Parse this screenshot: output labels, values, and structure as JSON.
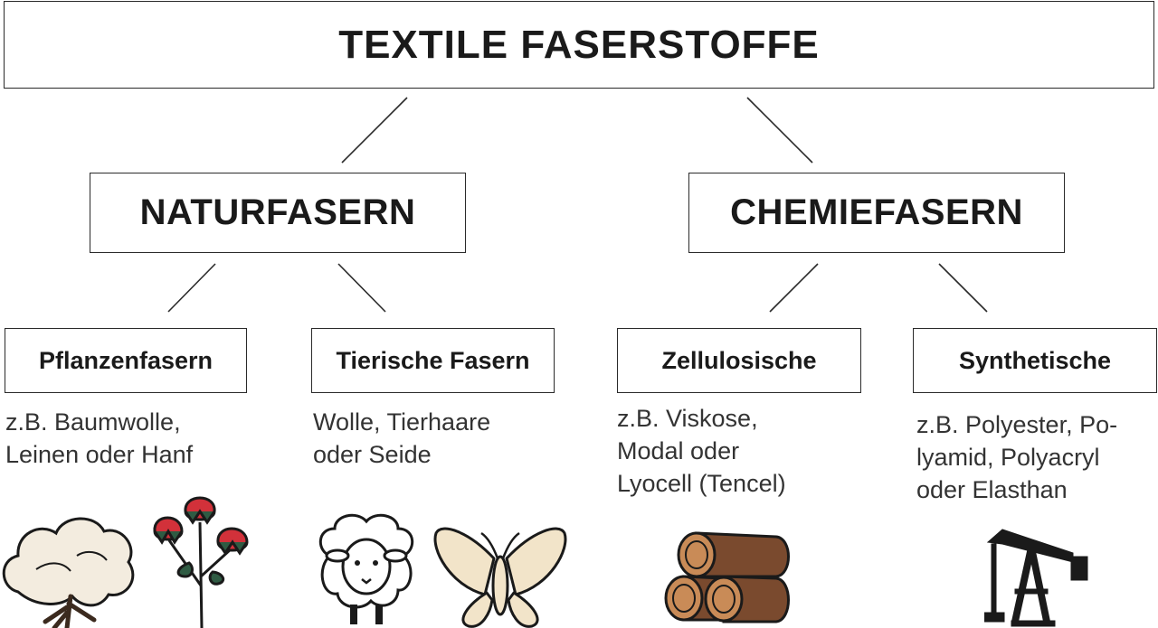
{
  "title": "TEXTILE FASERSTOFFE",
  "categories": [
    {
      "label": "NATURFASERN",
      "subcategories": [
        {
          "label": "Pflanzenfasern",
          "description": "z.B. Baumwolle,\nLeinen oder Hanf",
          "icons": [
            "cotton-icon",
            "flax-flower-icon"
          ]
        },
        {
          "label": "Tierische Fasern",
          "description": "Wolle, Tierhaare\noder Seide",
          "icons": [
            "sheep-icon",
            "silk-moth-icon"
          ]
        }
      ]
    },
    {
      "label": "CHEMIEFASERN",
      "subcategories": [
        {
          "label": "Zellulosische",
          "description": "z.B. Viskose,\nModal oder\nLyocell (Tencel)",
          "icons": [
            "wood-logs-icon"
          ]
        },
        {
          "label": "Synthetische",
          "description": "z.B. Polyester, Po-\nlyamid, Polyacryl\noder Elasthan",
          "icons": [
            "oil-pump-icon"
          ]
        }
      ]
    }
  ],
  "colors": {
    "border": "#2a2a2a",
    "cotton": "#f3ecdf",
    "flower": "#d2313a",
    "stem": "#2f5b43",
    "wood": "#7a4a2e",
    "moth": "#f2e4c9"
  }
}
